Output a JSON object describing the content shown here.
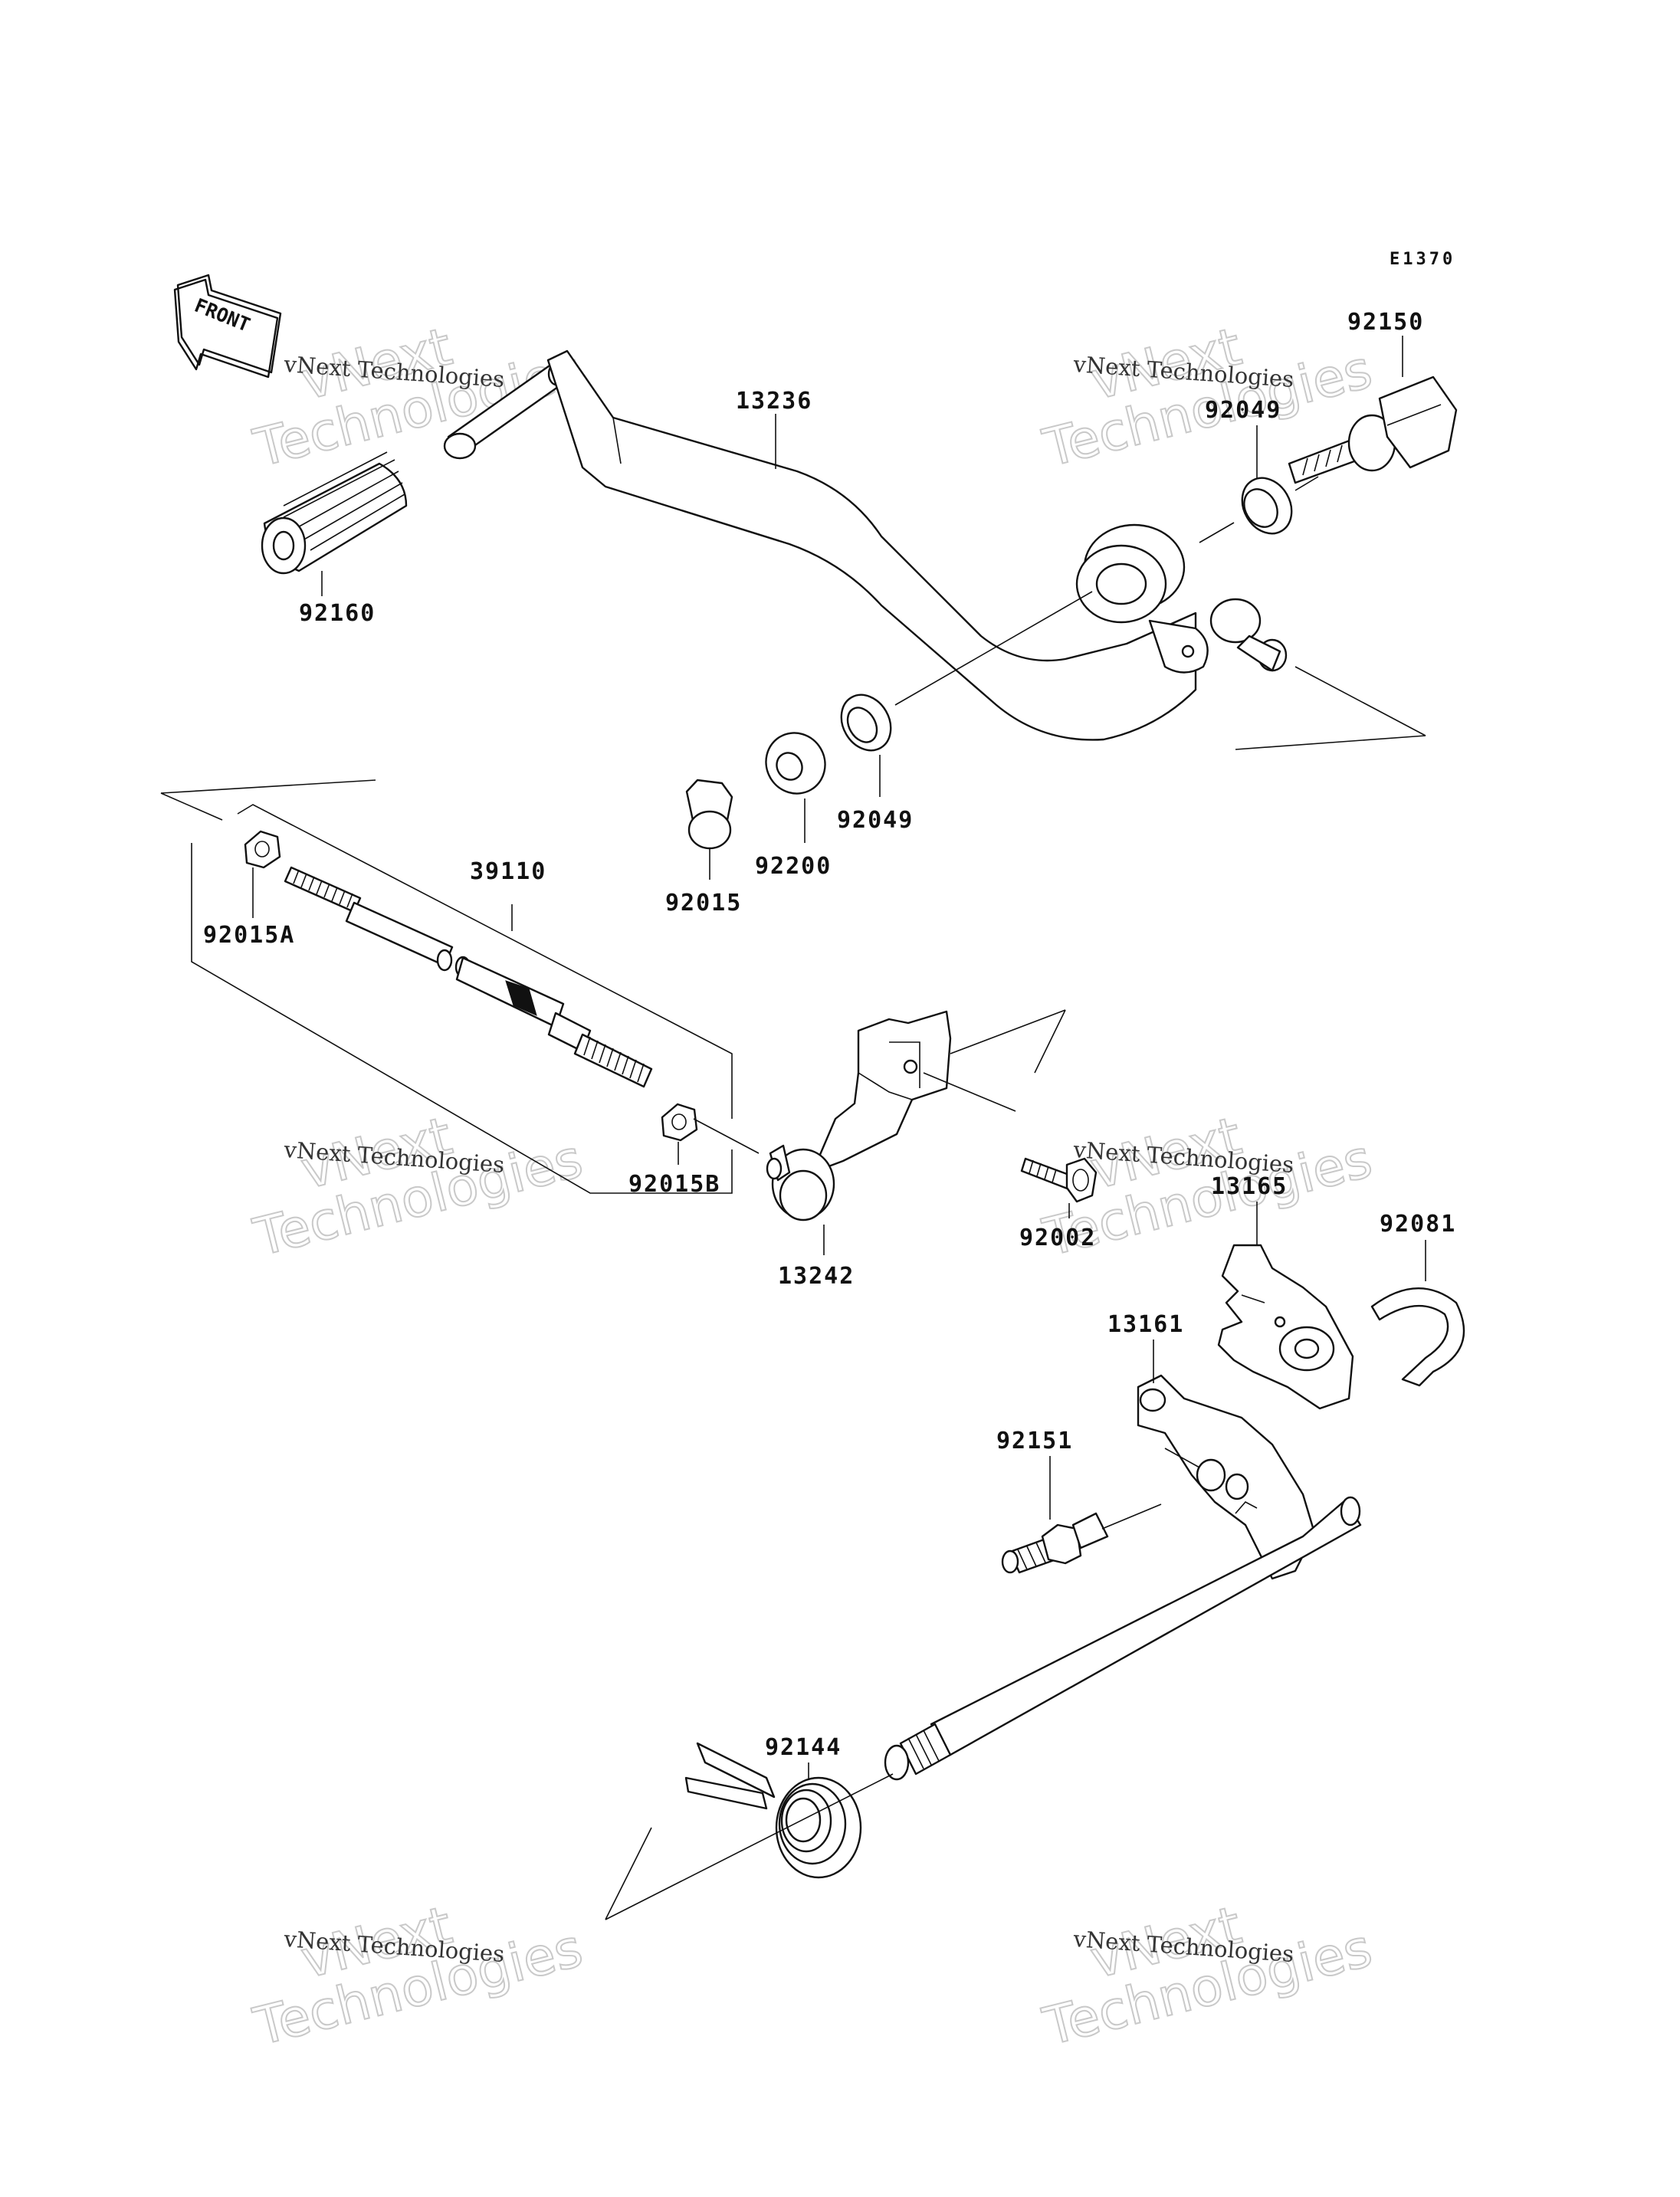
{
  "diagram_ref": "E1370",
  "front_badge": "FRONT",
  "parts": {
    "p13236": "13236",
    "p92150": "92150",
    "p92049_top": "92049",
    "p92160": "92160",
    "p92049_low": "92049",
    "p92200": "92200",
    "p92015": "92015",
    "p39110": "39110",
    "p92015A": "92015A",
    "p92015B": "92015B",
    "p13242": "13242",
    "p92002": "92002",
    "p13165": "13165",
    "p92081": "92081",
    "p13161": "13161",
    "p92151": "92151",
    "p92144": "92144"
  },
  "watermark": {
    "line1": "vNext",
    "line2": "Technologies",
    "caption": "vNext Technologies"
  }
}
